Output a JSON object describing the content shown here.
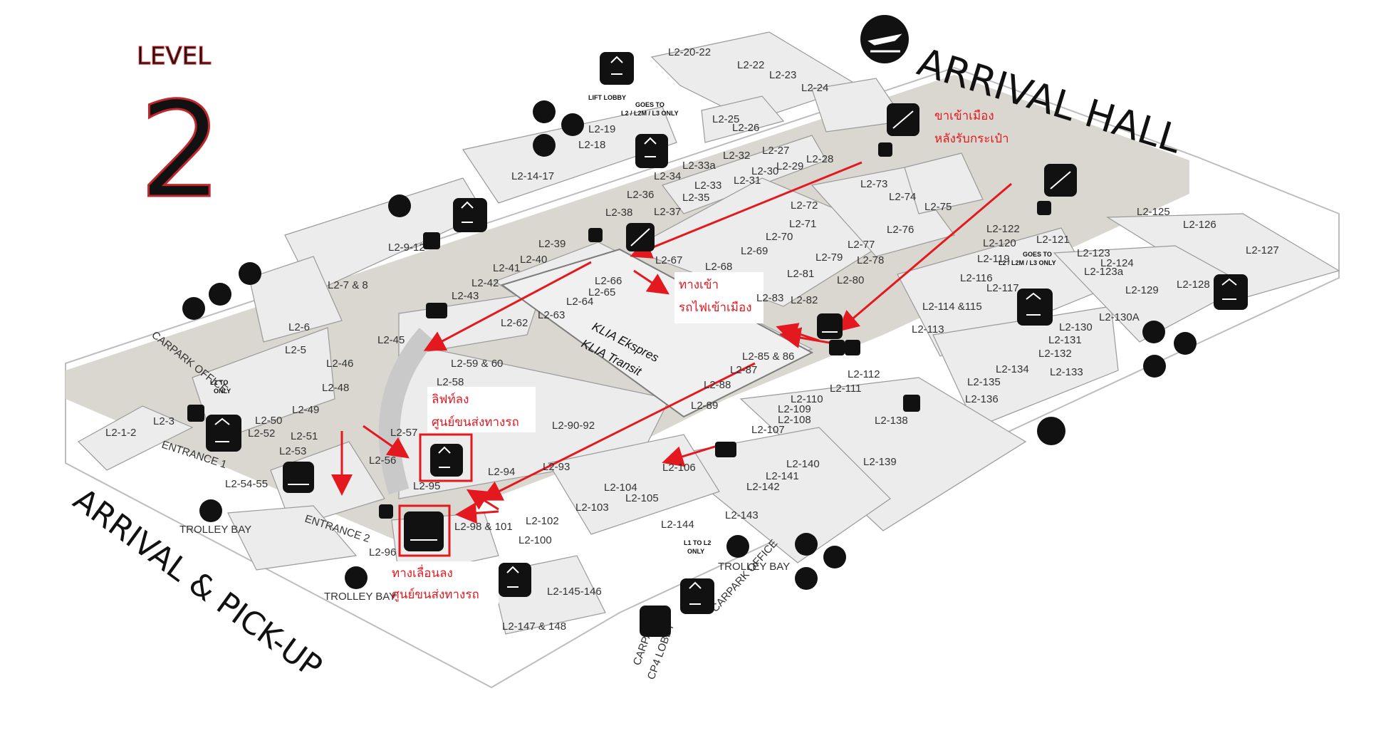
{
  "level": {
    "word": "LEVEL",
    "number": "2"
  },
  "headings": {
    "arrival_hall": "ARRIVAL HALL",
    "arrival_pickup": "ARRIVAL & PICK-UP"
  },
  "train": {
    "line1": "KLIA Ekspres",
    "line2": "KLIA Transit"
  },
  "annotations": {
    "city_entry_line1": "ขาเข้าเมือง",
    "city_entry_line2": "หลังรับกระเป๋า",
    "train_entry_line1": "ทางเข้า",
    "train_entry_line2": "รถไฟเข้าเมือง",
    "lift_down_line1": "ลิฟท์ลง",
    "lift_down_line2": "ศูนย์ขนส่งทางรถ",
    "walkway_down_line1": "ทางเลื่อนลง",
    "walkway_down_line2": "ศูนย์ขนส่งทางรถ"
  },
  "labels": {
    "lift_lobby": "LIFT LOBBY",
    "goes_to": "GOES TO",
    "goes_to_levels": "L2 / L2M / L3 ONLY",
    "l1_to": "L1 TO",
    "l1_to_l2": "L1 TO L2",
    "only": "ONLY",
    "trolley_bay": "TROLLEY BAY",
    "carpark_office": "CARPARK OFFICE",
    "entrance1": "ENTRANCE 1",
    "entrance2": "ENTRANCE 2",
    "carpark_lobby_line1": "CARPARK",
    "carpark_lobby_line2": "CP4 LOBBY"
  },
  "units": [
    "L2-20-22",
    "L2-22",
    "L2-23",
    "L2-24",
    "L2-25",
    "L2-26",
    "L2-27",
    "L2-28",
    "L2-29",
    "L2-30",
    "L2-31",
    "L2-32",
    "L2-33a",
    "L2-33",
    "L2-34",
    "L2-35",
    "L2-36",
    "L2-37",
    "L2-38",
    "L2-19",
    "L2-18",
    "L2-14-17",
    "L2-9-12",
    "L2-7 & 8",
    "L2-6",
    "L2-5",
    "L2-39",
    "L2-40",
    "L2-41",
    "L2-42",
    "L2-43",
    "L2-45",
    "L2-46",
    "L2-48",
    "L2-49",
    "L2-50",
    "L2-51",
    "L2-52",
    "L2-53",
    "L2-54-55",
    "L2-1-2",
    "L2-3",
    "L2-56",
    "L2-57",
    "L2-58",
    "L2-59 & 60",
    "L2-62",
    "L2-63",
    "L2-64",
    "L2-65",
    "L2-66",
    "L2-67",
    "L2-68",
    "L2-69",
    "L2-70",
    "L2-71",
    "L2-72",
    "L2-73",
    "L2-74",
    "L2-75",
    "L2-76",
    "L2-77",
    "L2-78",
    "L2-79",
    "L2-80",
    "L2-81",
    "L2-82",
    "L2-83",
    "L2-85 & 86",
    "L2-87",
    "L2-88",
    "L2-89",
    "L2-90-92",
    "L2-93",
    "L2-94",
    "L2-95",
    "L2-96",
    "L2-98 & 101",
    "L2-100",
    "L2-102",
    "L2-103",
    "L2-104",
    "L2-105",
    "L2-106",
    "L2-107",
    "L2-108",
    "L2-109",
    "L2-110",
    "L2-111",
    "L2-112",
    "L2-113",
    "L2-114 &115",
    "L2-116",
    "L2-117",
    "L2-119",
    "L2-120",
    "L2-121",
    "L2-122",
    "L2-123",
    "L2-123a",
    "L2-124",
    "L2-125",
    "L2-126",
    "L2-127",
    "L2-128",
    "L2-129",
    "L2-130",
    "L2-130A",
    "L2-131",
    "L2-132",
    "L2-133",
    "L2-134",
    "L2-135",
    "L2-136",
    "L2-138",
    "L2-139",
    "L2-140",
    "L2-141",
    "L2-142",
    "L2-143",
    "L2-144",
    "L2-145-146",
    "L2-147 & 148"
  ]
}
